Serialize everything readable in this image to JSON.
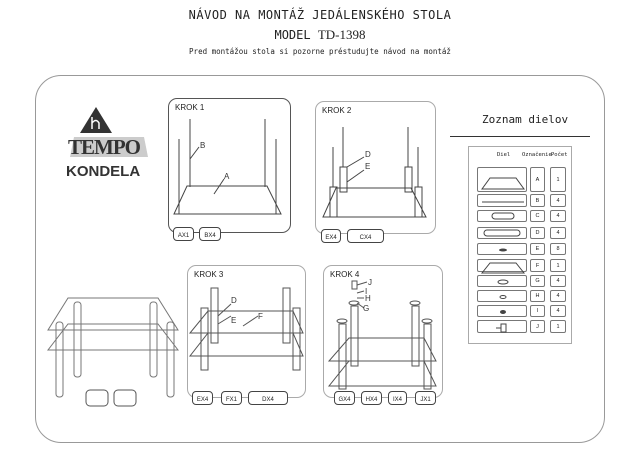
{
  "header": {
    "title": "NÁVOD NA MONTÁŽ JEDÁLENSKÉHO STOLA",
    "model_label": "MODEL",
    "model_number": "TD-1398",
    "subtitle": "Pred montážou stola si pozorne préstudujte návod na montáž"
  },
  "logo": {
    "line1": "TEMPO",
    "line2": "KONDELA"
  },
  "steps": [
    {
      "title": "KROK 1",
      "labels": [
        "B",
        "A"
      ],
      "tags": [
        "AX1",
        "BX4"
      ]
    },
    {
      "title": "KROK 2",
      "labels": [
        "D",
        "E"
      ],
      "tags": [
        "EX4",
        "CX4"
      ]
    },
    {
      "title": "KROK 3",
      "labels": [
        "D",
        "E",
        "F"
      ],
      "tags": [
        "EX4",
        "FX1",
        "DX4"
      ]
    },
    {
      "title": "KROK 4",
      "labels": [
        "J",
        "I",
        "H",
        "G"
      ],
      "tags": [
        "GX4",
        "HX4",
        "IX4",
        "JX1"
      ]
    }
  ],
  "parts": {
    "title": "Zoznam dielov",
    "headers": {
      "part": "Diel",
      "mark": "Označenie",
      "count": "Počet"
    },
    "rows": [
      {
        "icon": "glass-top-icon",
        "mark": "A",
        "count": "1"
      },
      {
        "icon": "rod-icon",
        "mark": "B",
        "count": "4"
      },
      {
        "icon": "short-tube-icon",
        "mark": "C",
        "count": "4"
      },
      {
        "icon": "long-tube-icon",
        "mark": "D",
        "count": "4"
      },
      {
        "icon": "washer-icon",
        "mark": "E",
        "count": "8"
      },
      {
        "icon": "glass-shelf-icon",
        "mark": "F",
        "count": "1"
      },
      {
        "icon": "foot-cap-icon",
        "mark": "G",
        "count": "4"
      },
      {
        "icon": "ring-icon",
        "mark": "H",
        "count": "4"
      },
      {
        "icon": "nut-icon",
        "mark": "I",
        "count": "4"
      },
      {
        "icon": "wrench-key-icon",
        "mark": "J",
        "count": "1"
      }
    ]
  }
}
